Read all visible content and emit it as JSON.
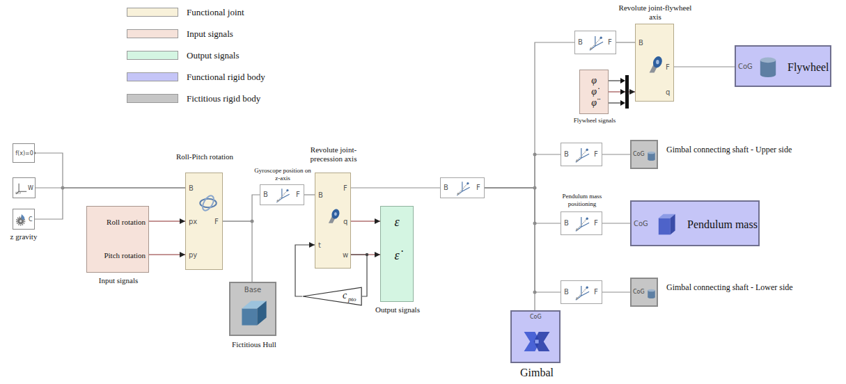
{
  "diagram": {
    "nodes": [
      {
        "text": [
          "f(x)=0"
        ]
      },
      {
        "text": [
          "W"
        ]
      },
      {
        "text": [
          "C",
          "z gravity"
        ]
      },
      {
        "text": [
          "Roll rotation",
          "Pitch rotation",
          "Input signals"
        ]
      },
      {
        "text": [
          "Roll-Pitch rotation",
          "B",
          "px",
          "py",
          "F"
        ]
      },
      {
        "text": [
          "Base",
          "Fictitious Hull"
        ]
      },
      {
        "text": [
          "Gyroscope position on z-axis",
          "B",
          "F"
        ]
      },
      {
        "text": [
          "Revolute joint-precession axis",
          "B",
          "F",
          "t",
          "q",
          "w"
        ]
      },
      {
        "text": [
          "ε",
          "ε̇",
          "Output signals"
        ]
      },
      {
        "text": [
          "c",
          "pto"
        ]
      },
      {
        "text": [
          "B",
          "F"
        ]
      },
      {
        "text": [
          "B",
          "F"
        ]
      },
      {
        "text": [
          "Revolute joint-flywheel axis",
          "B",
          "F",
          "q"
        ]
      },
      {
        "text": [
          "CoG",
          "Flywheel"
        ]
      },
      {
        "text": [
          "φ",
          "φ̇",
          "φ̈",
          "Flywheel signals"
        ]
      },
      {
        "text": [
          "B",
          "F"
        ]
      },
      {
        "text": [
          "CoG",
          "Gimbal connecting shaft - Upper side"
        ]
      },
      {
        "text": [
          "Pendulum mass positioning",
          "B",
          "F"
        ]
      },
      {
        "text": [
          "CoG",
          "Pendulum mass"
        ]
      },
      {
        "text": [
          "B",
          "F"
        ]
      },
      {
        "text": [
          "CoG",
          "Gimbal connecting shaft - Lower side"
        ]
      },
      {
        "text": [
          "CoG",
          "Gimbal"
        ]
      }
    ],
    "edges": [
      {
        "from": 0,
        "to": 4,
        "arrow": "none"
      },
      {
        "from": 1,
        "to": 4,
        "arrow": "none"
      },
      {
        "from": 2,
        "to": 4,
        "arrow": "none"
      },
      {
        "from": 3,
        "to": 4,
        "arrow": "to"
      },
      {
        "from": 3,
        "to": 4,
        "arrow": "to"
      },
      {
        "from": 4,
        "to": 5,
        "arrow": "none"
      },
      {
        "from": 4,
        "to": 6,
        "arrow": "none"
      },
      {
        "from": 6,
        "to": 7,
        "arrow": "none"
      },
      {
        "from": 7,
        "to": 8,
        "arrow": "to"
      },
      {
        "from": 7,
        "to": 8,
        "arrow": "to"
      },
      {
        "from": 7,
        "to": 9,
        "arrow": "none"
      },
      {
        "from": 9,
        "to": 7,
        "arrow": "to"
      },
      {
        "from": 7,
        "to": 10,
        "arrow": "none"
      },
      {
        "from": 10,
        "to": 11,
        "arrow": "none"
      },
      {
        "from": 10,
        "to": 15,
        "arrow": "none"
      },
      {
        "from": 10,
        "to": 17,
        "arrow": "none"
      },
      {
        "from": 10,
        "to": 19,
        "arrow": "none"
      },
      {
        "from": 10,
        "to": 21,
        "arrow": "none"
      },
      {
        "from": 11,
        "to": 12,
        "arrow": "none"
      },
      {
        "from": 12,
        "to": 13,
        "arrow": "none"
      },
      {
        "from": 14,
        "to": 12,
        "arrow": "to"
      },
      {
        "from": 15,
        "to": 16,
        "arrow": "none"
      },
      {
        "from": 17,
        "to": 18,
        "arrow": "none"
      },
      {
        "from": 19,
        "to": 20,
        "arrow": "none"
      }
    ],
    "legend": [
      {
        "text": "Functional joint",
        "color": "#f8f1da"
      },
      {
        "text": "Input signals",
        "color": "#f6e2da"
      },
      {
        "text": "Output signals",
        "color": "#d4f5e2"
      },
      {
        "text": "Functional rigid body",
        "color": "#c5c5f7"
      },
      {
        "text": "Fictitious rigid body",
        "color": "#c6c6c6"
      }
    ]
  }
}
